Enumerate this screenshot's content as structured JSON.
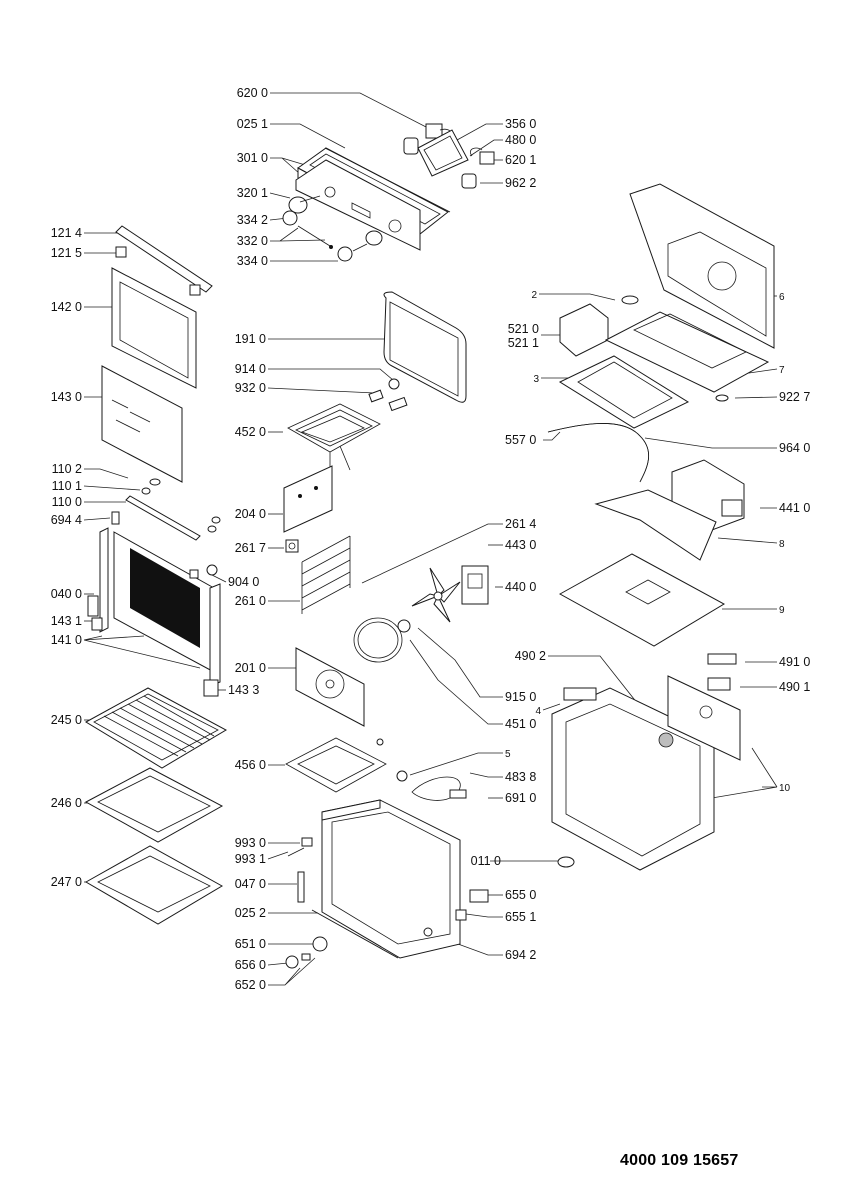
{
  "document_number": "4000 109 15657",
  "labels": {
    "l6200": "620 0",
    "l0251": "025 1",
    "l3010": "301 0",
    "l3201": "320 1",
    "l3342": "334 2",
    "l3320": "332 0",
    "l3340": "334 0",
    "l3560": "356 0",
    "l4800": "480 0",
    "l6201": "620 1",
    "l9622": "962 2",
    "l1214": "121 4",
    "l1215": "121 5",
    "l1420": "142 0",
    "l1430": "143 0",
    "l1102": "110 2",
    "l1101": "110 1",
    "l1100": "110 0",
    "l6944": "694 4",
    "l0400": "040 0",
    "l1431": "143 1",
    "l1410": "141 0",
    "l1433": "143 3",
    "l2450": "245 0",
    "l2460": "246 0",
    "l2470": "247 0",
    "l1910": "191 0",
    "l9140": "914 0",
    "l9320": "932 0",
    "l4520": "452 0",
    "l2040": "204 0",
    "l2617": "261 7",
    "l9040": "904 0",
    "l2610": "261 0",
    "l2010": "201 0",
    "l4560": "456 0",
    "l9930": "993 0",
    "l9931": "993 1",
    "l0470": "047 0",
    "l0252": "025 2",
    "l6510": "651 0",
    "l6560": "656 0",
    "l6520": "652 0",
    "l2": "2",
    "l6": "6",
    "l5210": "521 0",
    "l5211": "521 1",
    "l3": "3",
    "l7": "7",
    "l9227": "922 7",
    "l5570": "557 0",
    "l9640": "964 0",
    "l4410": "441 0",
    "l8": "8",
    "l2614": "261 4",
    "l4430": "443 0",
    "l4400": "440 0",
    "l9": "9",
    "l4902": "490 2",
    "l4910": "491 0",
    "l4901": "490 1",
    "l4": "4",
    "l9150": "915 0",
    "l4510": "451 0",
    "l5": "5",
    "l4838": "483 8",
    "l6910": "691 0",
    "l10": "10",
    "l0110": "011 0",
    "l6550": "655 0",
    "l6551": "655 1",
    "l6942": "694 2"
  }
}
